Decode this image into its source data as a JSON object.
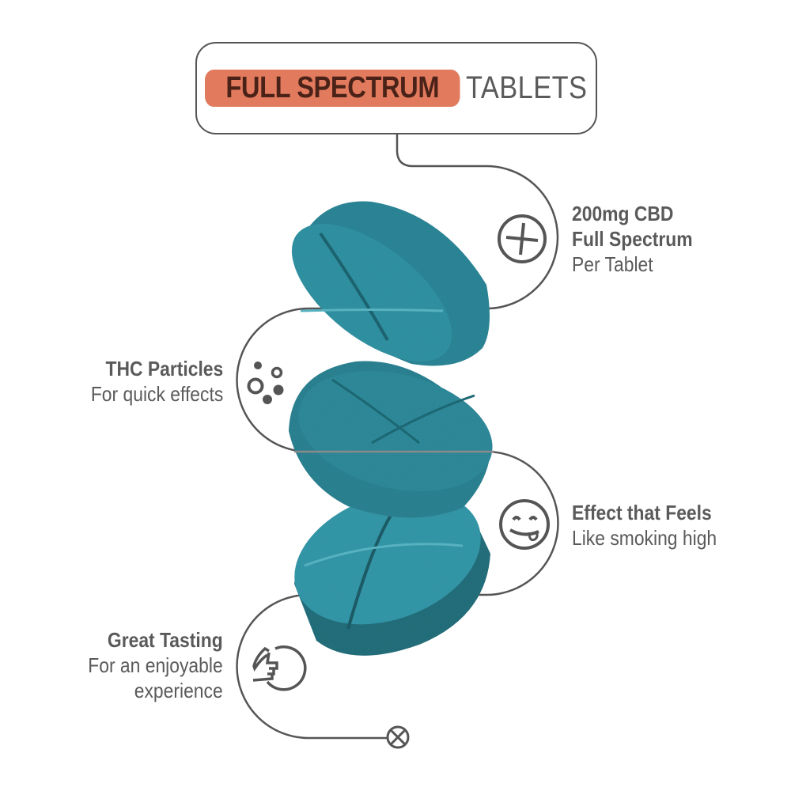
{
  "header": {
    "highlight": "FULL SPECTRUM",
    "rest": "TABLETS",
    "highlight_bg": "#e27a5d",
    "highlight_text_color": "#4a2218"
  },
  "features": [
    {
      "title": "200mg CBD",
      "title2": "Full Spectrum",
      "subtitle": "Per Tablet",
      "icon": "cross-circle-icon",
      "side": "right"
    },
    {
      "title": "THC Particles",
      "subtitle": "For quick effects",
      "icon": "particles-icon",
      "side": "left"
    },
    {
      "title": "Effect that Feels",
      "subtitle": "Like smoking high",
      "icon": "tongue-smiley-icon",
      "side": "right"
    },
    {
      "title": "Great Tasting",
      "subtitle": "For an enjoyable",
      "subtitle2": "experience",
      "icon": "thumbs-up-icon",
      "side": "left"
    }
  ],
  "colors": {
    "line": "#555555",
    "tablet": "#2f8e9e",
    "tablet_dark": "#1f6b78",
    "tablet_light": "#45a9ba"
  },
  "end_marker": "x-circle-icon"
}
